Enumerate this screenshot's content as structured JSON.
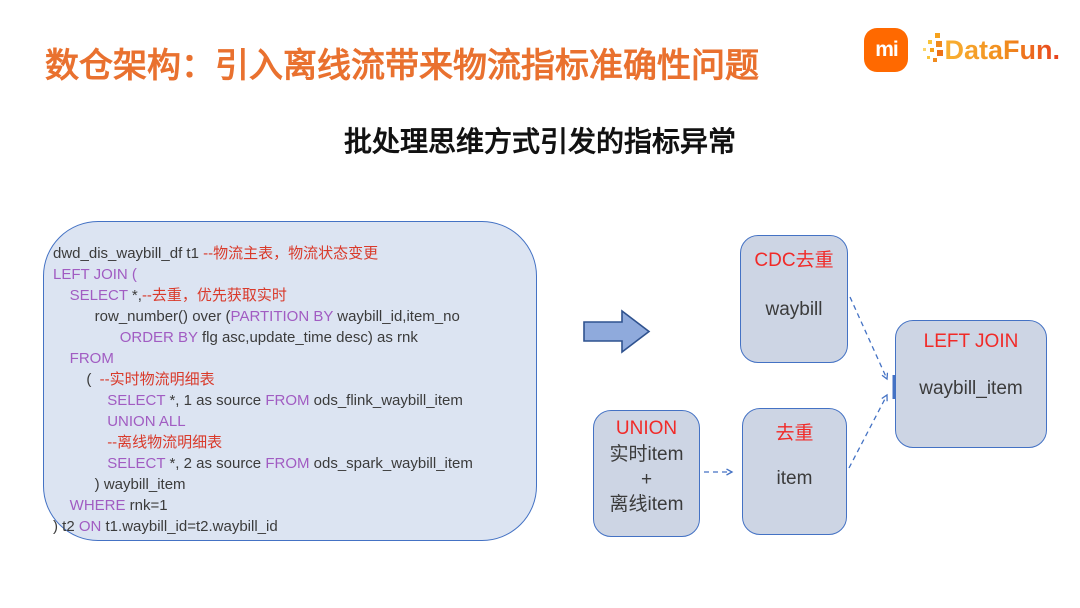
{
  "header": {
    "title": "数仓架构：引入离线流带来物流指标准确性问题",
    "xiaomi_logo_text": "mi",
    "datafun_logo_text": "DataFun."
  },
  "subtitle": "批处理思维方式引发的指标异常",
  "palette": {
    "title_orange": "#E9712F",
    "keyword_purple": "#A15CC2",
    "comment_red": "#D93A2B",
    "code_plain": "#3B3B3B",
    "code_box_fill": "#DCE4F2",
    "box_fill": "#CDD5E4",
    "box_border": "#4472C4",
    "flow_red": "#F12A28",
    "arrow_fill": "#8FAADC",
    "arrow_border": "#2F528F",
    "dashed_blue": "#4472C4",
    "xiaomi_orange": "#FF6900"
  },
  "code": {
    "lines": [
      [
        {
          "t": "dwd_dis_waybill_df t1 ",
          "c": "pl"
        },
        {
          "t": "--物流主表，物流状态变更",
          "c": "cm"
        }
      ],
      [
        {
          "t": "LEFT JOIN (",
          "c": "kw"
        }
      ],
      [
        {
          "t": "    ",
          "c": "pl"
        },
        {
          "t": "SELECT ",
          "c": "kw"
        },
        {
          "t": "*,",
          "c": "pl"
        },
        {
          "t": "--去重，优先获取实时",
          "c": "cm"
        }
      ],
      [
        {
          "t": "          row_number() over (",
          "c": "pl"
        },
        {
          "t": "PARTITION BY ",
          "c": "kw"
        },
        {
          "t": "waybill_id,item_no",
          "c": "pl"
        }
      ],
      [
        {
          "t": "                ",
          "c": "pl"
        },
        {
          "t": "ORDER BY ",
          "c": "kw"
        },
        {
          "t": "flg asc,update_time desc) as rnk",
          "c": "pl"
        }
      ],
      [
        {
          "t": "    ",
          "c": "pl"
        },
        {
          "t": "FROM",
          "c": "kw"
        }
      ],
      [
        {
          "t": "        (  ",
          "c": "pl"
        },
        {
          "t": "--实时物流明细表",
          "c": "cm"
        }
      ],
      [
        {
          "t": "             ",
          "c": "pl"
        },
        {
          "t": "SELECT ",
          "c": "kw"
        },
        {
          "t": "*, 1 as source ",
          "c": "pl"
        },
        {
          "t": "FROM ",
          "c": "kw"
        },
        {
          "t": "ods_flink_waybill_item",
          "c": "pl"
        }
      ],
      [
        {
          "t": "             ",
          "c": "pl"
        },
        {
          "t": "UNION ALL",
          "c": "kw"
        }
      ],
      [
        {
          "t": "             ",
          "c": "pl"
        },
        {
          "t": "--离线物流明细表",
          "c": "cm"
        }
      ],
      [
        {
          "t": "             ",
          "c": "pl"
        },
        {
          "t": "SELECT ",
          "c": "kw"
        },
        {
          "t": "*, 2 as source ",
          "c": "pl"
        },
        {
          "t": "FROM ",
          "c": "kw"
        },
        {
          "t": "ods_spark_waybill_item",
          "c": "pl"
        }
      ],
      [
        {
          "t": "          ) waybill_item",
          "c": "pl"
        }
      ],
      [
        {
          "t": "    ",
          "c": "pl"
        },
        {
          "t": "WHERE ",
          "c": "kw"
        },
        {
          "t": "rnk=1",
          "c": "pl"
        }
      ],
      [
        {
          "t": ") t2 ",
          "c": "pl"
        },
        {
          "t": "ON ",
          "c": "kw"
        },
        {
          "t": "t1.waybill_id=t2.waybill_id",
          "c": "pl"
        }
      ]
    ]
  },
  "flow": {
    "cdc": {
      "title": "CDC去重",
      "body": "waybill"
    },
    "left_join": {
      "title": "LEFT JOIN",
      "body": "waybill_item"
    },
    "union": {
      "title": "UNION",
      "body_lines": [
        "实时item",
        "+",
        "离线item"
      ]
    },
    "dedup": {
      "title": "去重",
      "body": "item"
    }
  }
}
